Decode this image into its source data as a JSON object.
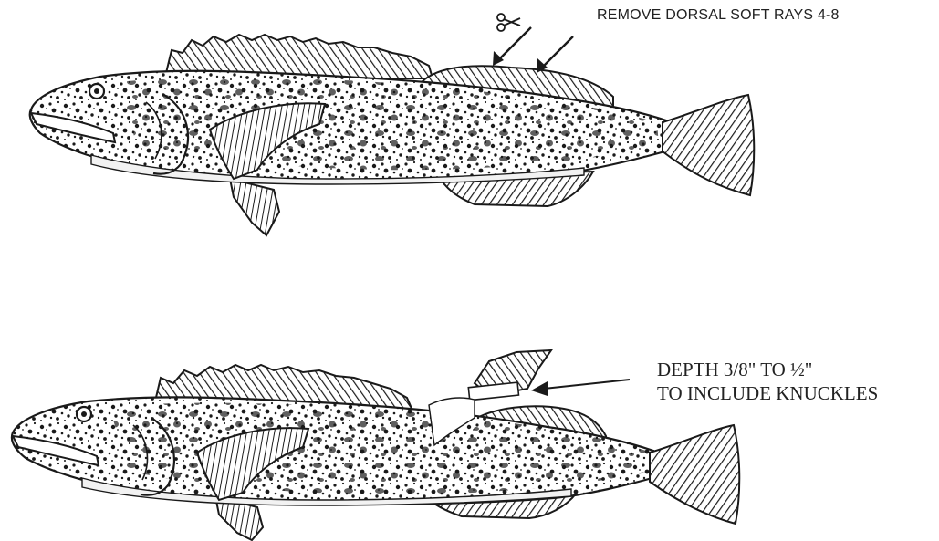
{
  "instructions": {
    "top": "REMOVE DORSAL SOFT RAYS 4-8",
    "bottom_line1": "DEPTH 3/8\" TO ½\"",
    "bottom_line2": "TO INCLUDE KNUCKLES"
  },
  "icons": {
    "scissors": "scissors-icon",
    "arrow": "arrow-icon"
  },
  "colors": {
    "ink": "#1a1a1a",
    "paper": "#ffffff",
    "belly": "#f2f2f2"
  }
}
